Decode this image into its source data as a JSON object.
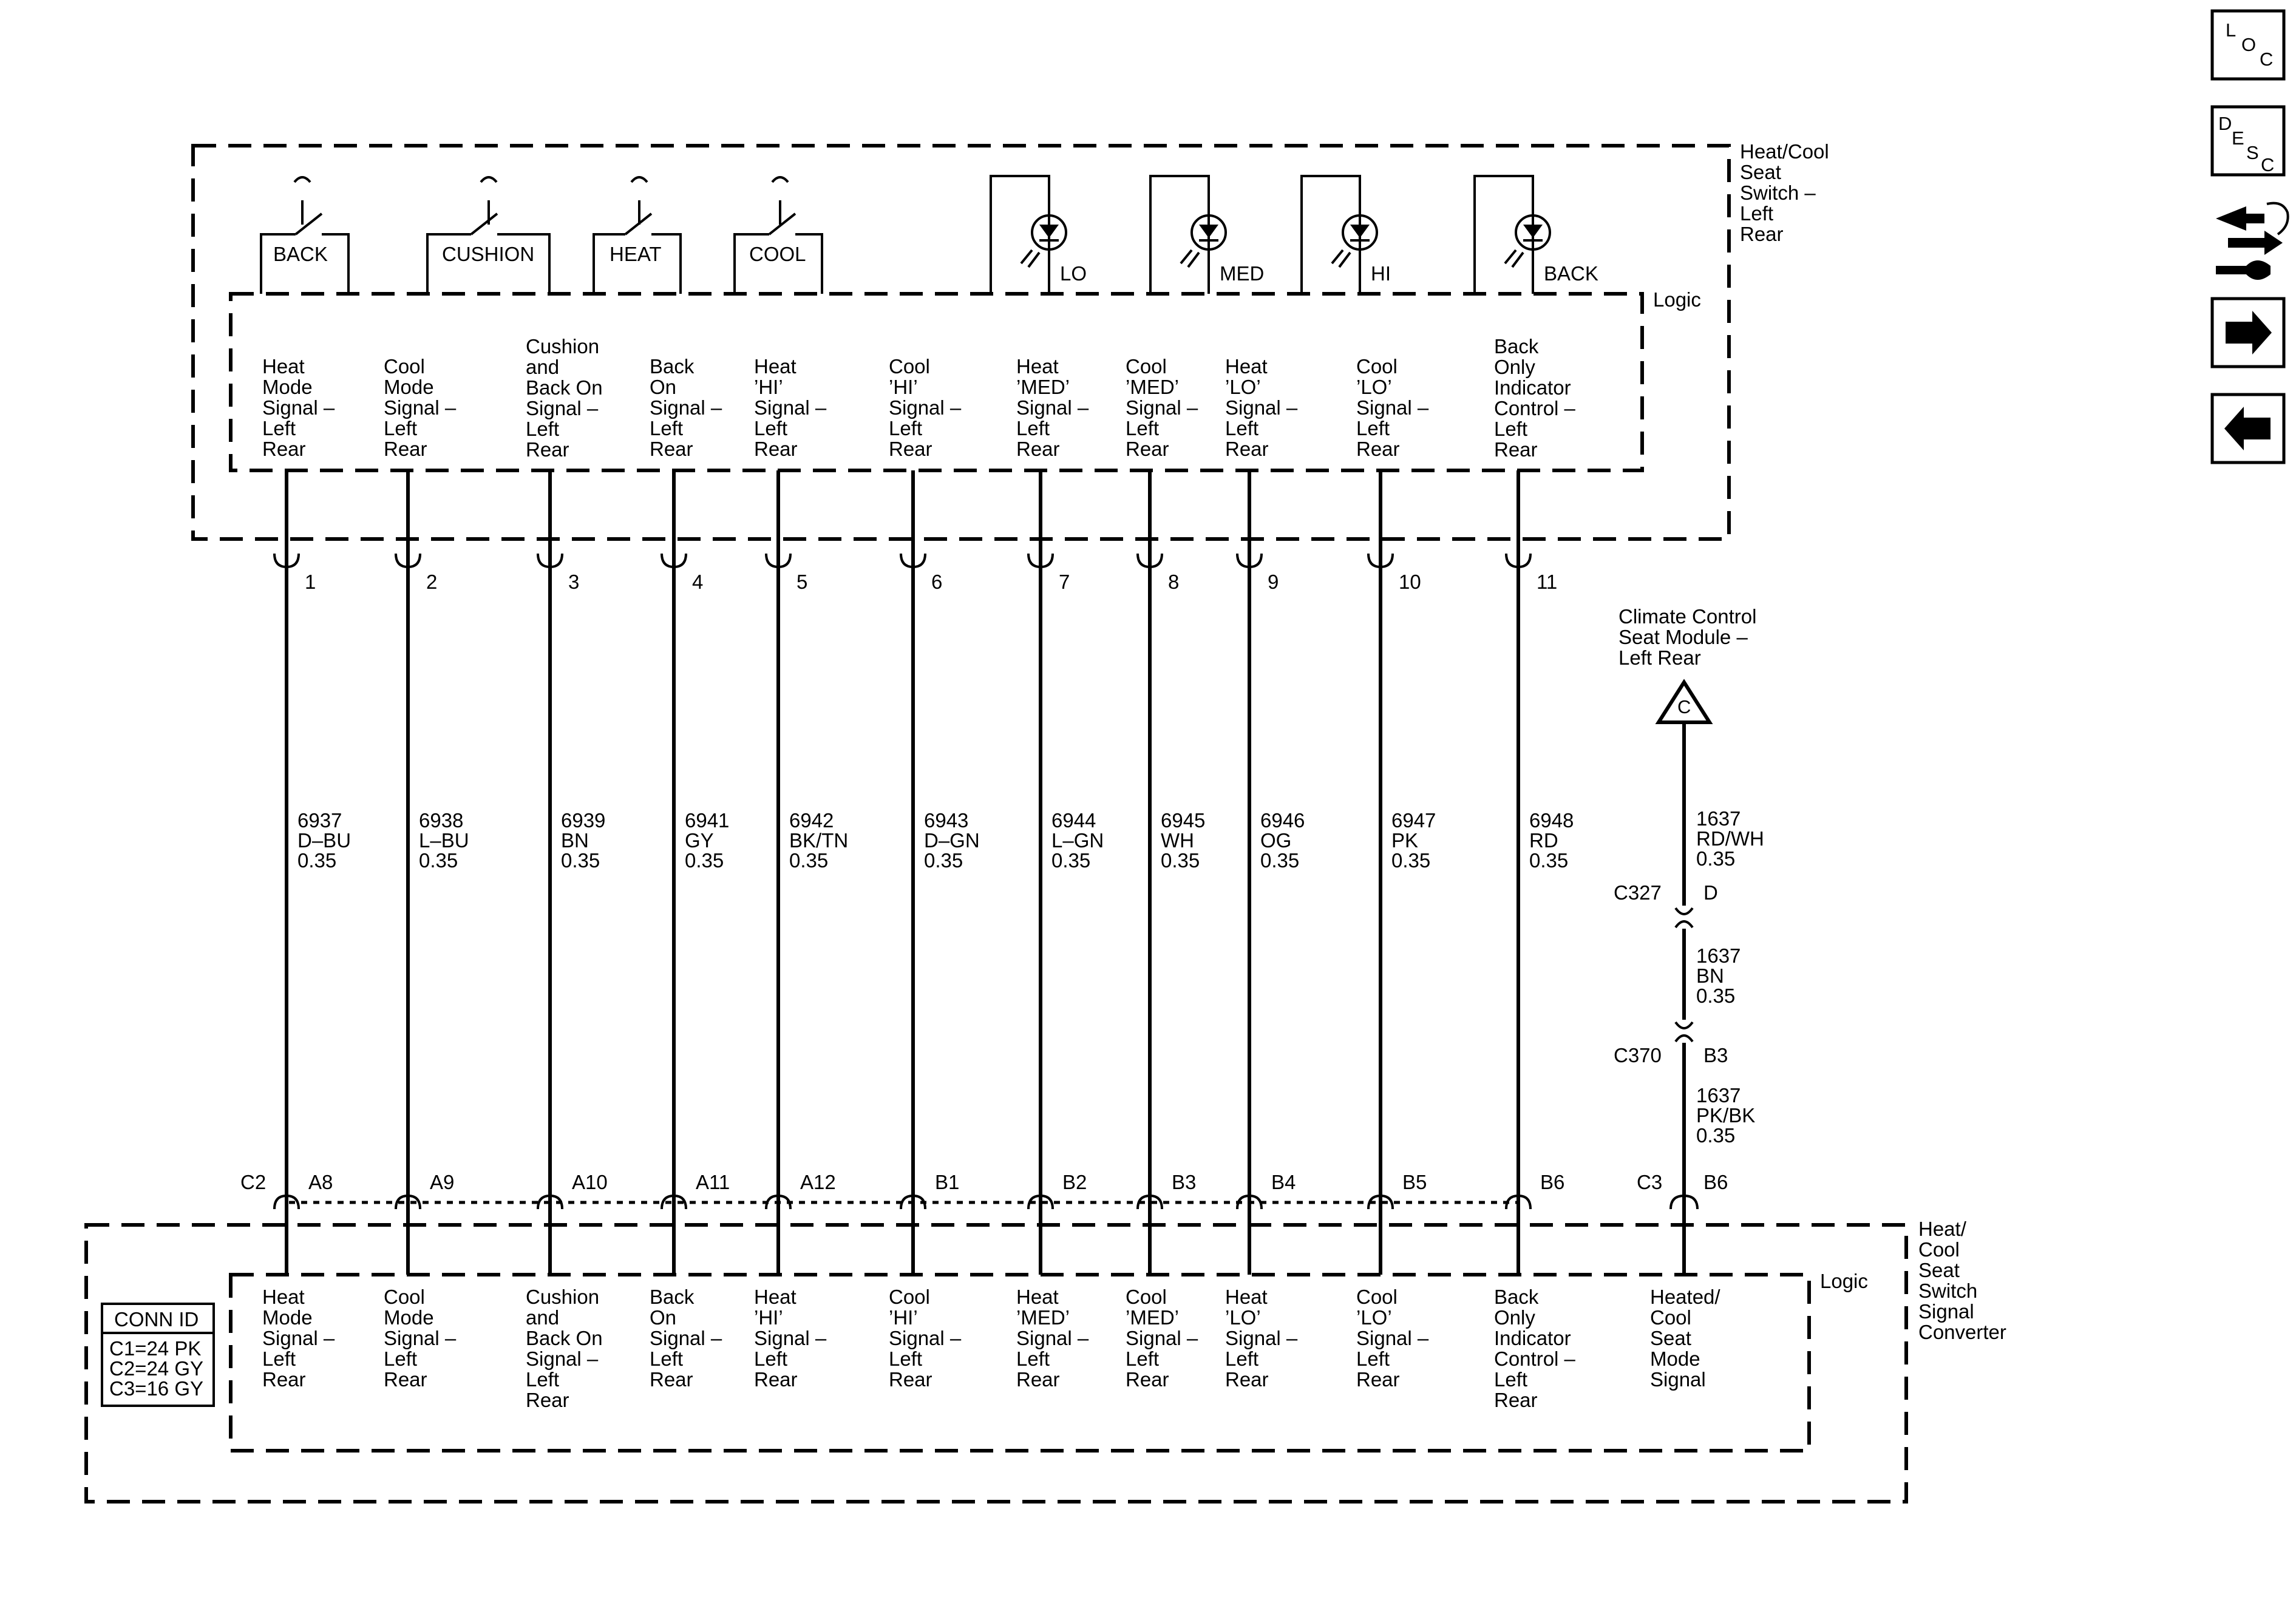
{
  "top_component": {
    "name": [
      "Heat/Cool",
      "Seat",
      "Switch –",
      "Left",
      "Rear"
    ],
    "logic_label": "Logic",
    "switches": [
      "BACK",
      "CUSHION",
      "HEAT",
      "COOL"
    ],
    "indicators": [
      "LO",
      "MED",
      "HI",
      "BACK"
    ]
  },
  "bottom_component": {
    "name": [
      "Heat/",
      "Cool",
      "Seat",
      "Switch",
      "Signal",
      "Converter"
    ],
    "logic_label": "Logic",
    "connector_label": "C2",
    "extra_circuit": [
      "Heated/",
      "Cool",
      "Seat",
      "Mode",
      "Signal"
    ]
  },
  "conn_id": {
    "title": "CONN ID",
    "rows": [
      "C1=24 PK",
      "C2=24 GY",
      "C3=16 GY"
    ]
  },
  "circuits": [
    {
      "pin": "1",
      "wire": [
        "6937",
        "D–BU",
        "0.35"
      ],
      "desc": [
        "Heat",
        "Mode",
        "Signal –",
        "Left",
        "Rear"
      ],
      "cpin": "A8"
    },
    {
      "pin": "2",
      "wire": [
        "6938",
        "L–BU",
        "0.35"
      ],
      "desc": [
        "Cool",
        "Mode",
        "Signal –",
        "Left",
        "Rear"
      ],
      "cpin": "A9"
    },
    {
      "pin": "3",
      "wire": [
        "6939",
        "BN",
        "0.35"
      ],
      "desc": [
        "Cushion",
        "and",
        "Back On",
        "Signal –",
        "Left",
        "Rear"
      ],
      "cpin": "A10"
    },
    {
      "pin": "4",
      "wire": [
        "6941",
        "GY",
        "0.35"
      ],
      "desc": [
        "Back",
        "On",
        "Signal –",
        "Left",
        "Rear"
      ],
      "cpin": "A11"
    },
    {
      "pin": "5",
      "wire": [
        "6942",
        "BK/TN",
        "0.35"
      ],
      "desc": [
        "Heat",
        "’HI’",
        "Signal –",
        "Left",
        "Rear"
      ],
      "cpin": "A12"
    },
    {
      "pin": "6",
      "wire": [
        "6943",
        "D–GN",
        "0.35"
      ],
      "desc": [
        "Cool",
        "’HI’",
        "Signal –",
        "Left",
        "Rear"
      ],
      "cpin": "B1"
    },
    {
      "pin": "7",
      "wire": [
        "6944",
        "L–GN",
        "0.35"
      ],
      "desc": [
        "Heat",
        "’MED’",
        "Signal –",
        "Left",
        "Rear"
      ],
      "cpin": "B2"
    },
    {
      "pin": "8",
      "wire": [
        "6945",
        "WH",
        "0.35"
      ],
      "desc": [
        "Cool",
        "’MED’",
        "Signal –",
        "Left",
        "Rear"
      ],
      "cpin": "B3"
    },
    {
      "pin": "9",
      "wire": [
        "6946",
        "OG",
        "0.35"
      ],
      "desc": [
        "Heat",
        "’LO’",
        "Signal –",
        "Left",
        "Rear"
      ],
      "cpin": "B4"
    },
    {
      "pin": "10",
      "wire": [
        "6947",
        "PK",
        "0.35"
      ],
      "desc": [
        "Cool",
        "’LO’",
        "Signal –",
        "Left",
        "Rear"
      ],
      "cpin": "B5"
    },
    {
      "pin": "11",
      "wire": [
        "6948",
        "RD",
        "0.35"
      ],
      "desc": [
        "Back",
        "Only",
        "Indicator",
        "Control –",
        "Left",
        "Rear"
      ],
      "cpin": "B6"
    }
  ],
  "right_circuit": {
    "module": [
      "Climate Control",
      "Seat Module –",
      "Left Rear"
    ],
    "module_ref": "C",
    "wire1": [
      "1637",
      "RD/WH",
      "0.35"
    ],
    "c327": {
      "conn": "C327",
      "pin": "D"
    },
    "wire2": [
      "1637",
      "BN",
      "0.35"
    ],
    "c370": {
      "conn": "C370",
      "pin": "B3"
    },
    "wire3": [
      "1637",
      "PK/BK",
      "0.35"
    ],
    "bottom": {
      "conn": "C3",
      "pin": "B6"
    }
  },
  "nav": {
    "loc": [
      "L",
      "O",
      "C"
    ],
    "desc": [
      "D",
      "E",
      "S",
      "C"
    ]
  }
}
